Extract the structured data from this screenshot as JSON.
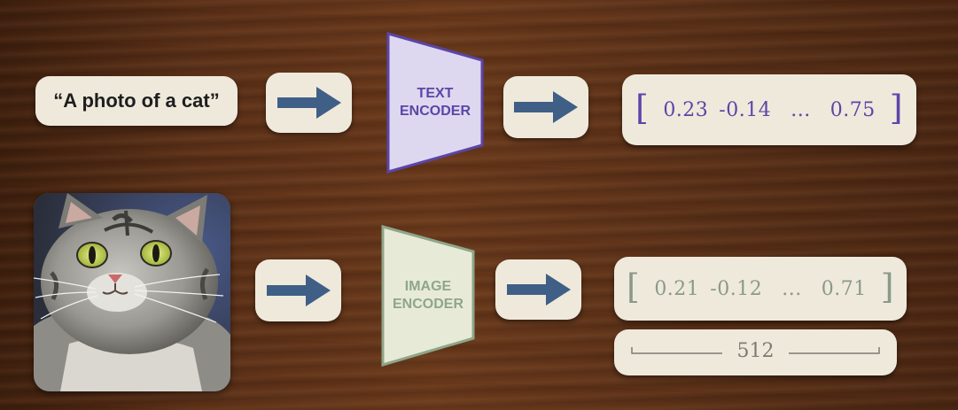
{
  "text_input": {
    "label": "“A photo of a cat”"
  },
  "text_encoder": {
    "line1": "TEXT",
    "line2": "ENCODER",
    "color": "#5b45a8",
    "fill": "#ddd8ef"
  },
  "image_encoder": {
    "line1": "IMAGE",
    "line2": "ENCODER",
    "color": "#8fa68a",
    "fill": "#e8ead8"
  },
  "text_embedding": {
    "v1": "0.23",
    "v2": "-0.14",
    "ellipsis": "...",
    "v3": "0.75",
    "color": "#5b45a8"
  },
  "image_embedding": {
    "v1": "0.21",
    "v2": "-0.12",
    "ellipsis": "...",
    "v3": "0.71",
    "color": "#8a9a86"
  },
  "dimension": {
    "label": "512",
    "color": "#7d7a72"
  },
  "arrow_color": "#3f5f86"
}
